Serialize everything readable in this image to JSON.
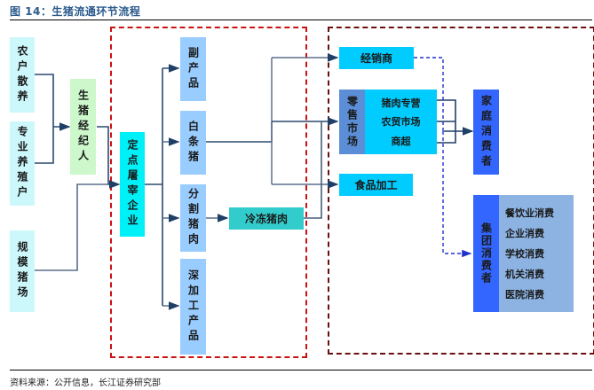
{
  "title": "图 14：生猪流通环节流程",
  "source": "资料来源：公开信息，长江证券研究部",
  "colors": {
    "producer": "#ccf7fb",
    "broker": "#ccf8cc",
    "slaughter": "#00f0f8",
    "product": "#99ccff",
    "frozen": "#33cccc",
    "channel": "#00ccff",
    "retail_label": "#5b8ed6",
    "consumer": "#3366ff",
    "group_items": "#8db3e2",
    "zone_mid_border": "#cc1111",
    "zone_right_border": "#6b0f0f",
    "line": "#2a4a6e",
    "dashed_line": "#2233cc"
  },
  "producers": {
    "household": "农户散养",
    "specialized": "专业养殖户",
    "large_farm": "规模猪场"
  },
  "broker": "生猪经纪人",
  "slaughter": "定点屠宰企业",
  "products": {
    "byproduct": "副产品",
    "carcass": "白条猪",
    "cut_pork": "分割猪肉",
    "deep_processed": "深加工产品"
  },
  "frozen_pork": "冷冻猪肉",
  "channels": {
    "distributor": "经销商",
    "retail_label": "零售市场",
    "retail_items": [
      "猪肉专营",
      "农贸市场",
      "商超"
    ],
    "food_processing": "食品加工"
  },
  "consumers": {
    "household": "家庭消费者",
    "group": "集团消费者",
    "group_items": [
      "餐饮业消费",
      "企业消费",
      "学校消费",
      "机关消费",
      "医院消费"
    ]
  }
}
